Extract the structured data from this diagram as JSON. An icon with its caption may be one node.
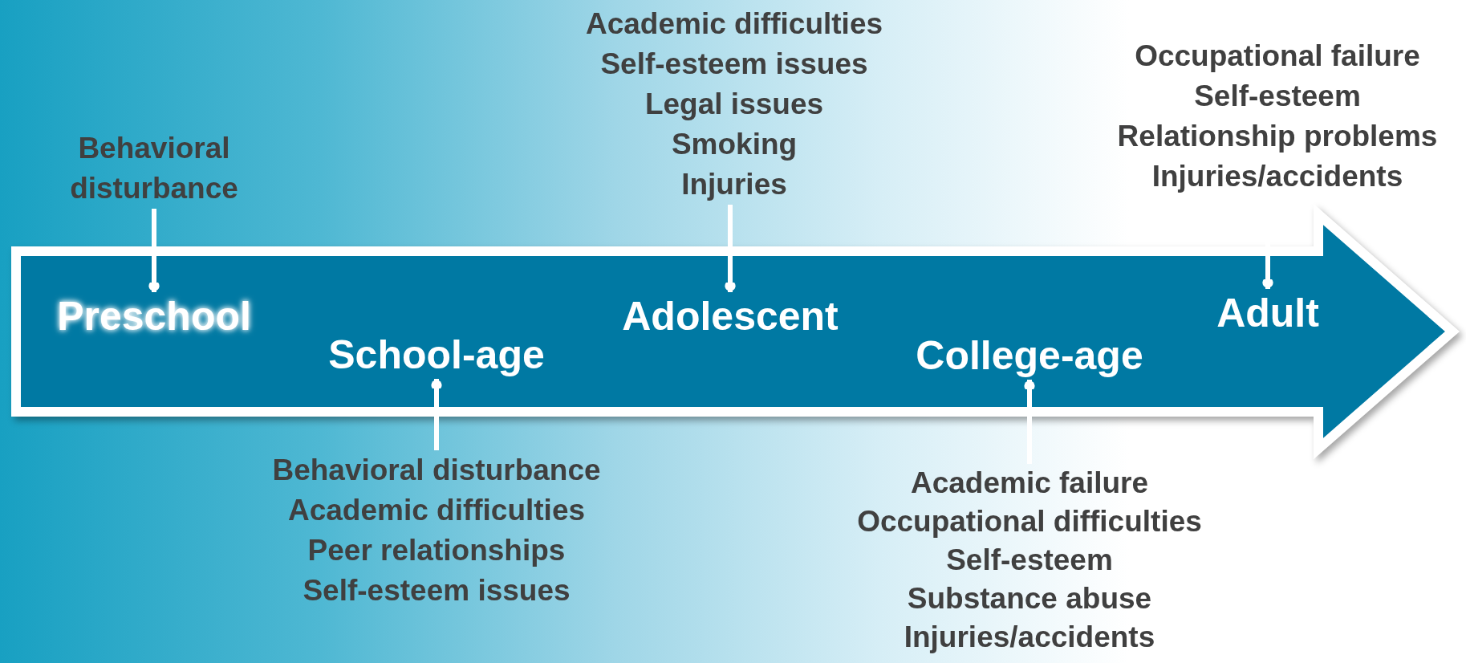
{
  "diagram": {
    "nodes": [
      {
        "text": [],
        "shape": "arrow"
      },
      {
        "text": [
          "Behavioral disturbance"
        ]
      },
      {
        "text": [
          "Academic difficulties",
          "Self-esteem issues",
          "Legal issues",
          "Smoking",
          "Injuries"
        ]
      },
      {
        "text": [
          "Occupational failure",
          "Self-esteem",
          "Relationship problems",
          "Injuries/accidents"
        ]
      },
      {
        "text": [
          "Preschool"
        ],
        "in": 0
      },
      {
        "text": [
          "School-age"
        ],
        "in": 0
      },
      {
        "text": [
          "Adolescent"
        ],
        "in": 0
      },
      {
        "text": [
          "College-age"
        ],
        "in": 0
      },
      {
        "text": [
          "Adult"
        ],
        "in": 0
      },
      {
        "text": [
          "Behavioral disturbance",
          "Academic difficulties",
          "Peer relationships",
          "Self-esteem issues"
        ]
      },
      {
        "text": [
          "Academic failure",
          "Occupational difficulties",
          "Self-esteem",
          "Substance abuse",
          "Injuries/accidents"
        ]
      }
    ],
    "edges": [
      {
        "from": 1,
        "to": 4,
        "arrow": "other"
      },
      {
        "from": 9,
        "to": 5,
        "arrow": "other"
      },
      {
        "from": 2,
        "to": 6,
        "arrow": "other"
      },
      {
        "from": 10,
        "to": 7,
        "arrow": "other"
      },
      {
        "from": 3,
        "to": 8,
        "arrow": "other"
      }
    ]
  }
}
